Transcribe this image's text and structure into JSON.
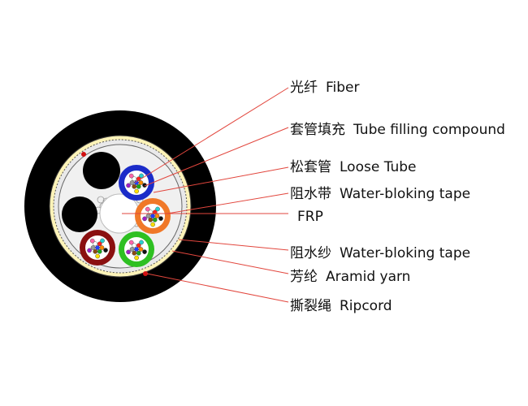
{
  "labels": {
    "fiber": {
      "cn": "光纤",
      "en": "Fiber"
    },
    "filling": {
      "cn": "套管填充",
      "en": "Tube filling compound"
    },
    "loose_tube": {
      "cn": "松套管",
      "en": "Loose Tube"
    },
    "wb_tape": {
      "cn": "阻水带",
      "en": "Water-bloking tape"
    },
    "frp": {
      "cn": "",
      "en": "FRP"
    },
    "wb_yarn": {
      "cn": "阻水纱",
      "en": "Water-bloking tape"
    },
    "aramid": {
      "cn": "芳纶",
      "en": "Aramid yarn"
    },
    "ripcord": {
      "cn": "撕裂绳",
      "en": "Ripcord"
    }
  },
  "colors": {
    "jacket": "#000000",
    "aramid_layer": "#fdf3b8",
    "tape_layer": "#e9e9ea",
    "core_fill": "#f0f0f0",
    "filler_rod": "#000000",
    "frp": "#ffffff",
    "tube_blue": "#1b2cc9",
    "tube_orange": "#f07828",
    "tube_red": "#8a1010",
    "tube_green": "#2ec022",
    "ripcord": "#d21010",
    "leader_line": "#e2463d",
    "fiber_colors": [
      "#1f3fff",
      "#ff8a00",
      "#1aa81a",
      "#8b4a10",
      "#9a9a9a",
      "#ffffff",
      "#ff2020",
      "#111111",
      "#ffe000",
      "#a020c8",
      "#ff66aa",
      "#28d0d0"
    ]
  }
}
